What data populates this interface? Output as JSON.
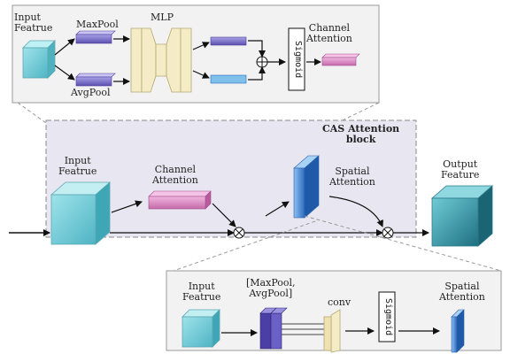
{
  "channel_panel": {
    "input_label": "Input\nFeatrue",
    "maxpool_label": "MaxPool",
    "avgpool_label": "AvgPool",
    "mlp_label": "MLP",
    "activation_label": "Sigmoid",
    "output_label": "Channel\nAttention"
  },
  "main_panel": {
    "block_title": "CAS Attention\nblock",
    "input_label": "Input\nFeatrue",
    "channel_label": "Channel\nAttention",
    "spatial_label": "Spatial\nAttention",
    "output_label": "Output\nFeature"
  },
  "spatial_panel": {
    "input_label": "Input\nFeatrue",
    "pool_label": "[MaxPool,\nAvgPool]",
    "conv_label": "conv",
    "activation_label": "Sigmoid",
    "output_label": "Spatial\nAttention"
  },
  "colors": {
    "panel_fill": "#f2f2f2",
    "main_fill": "#e8e6f0",
    "cube_cyan": "#5cc3cf",
    "channel_bar": "#d98cc6",
    "spatial_bar": "#3b7fd1",
    "mlp_fill": "#f4ecc6",
    "feature_bar": "#7b6fc4",
    "output_cube": "#2f8ea0"
  }
}
